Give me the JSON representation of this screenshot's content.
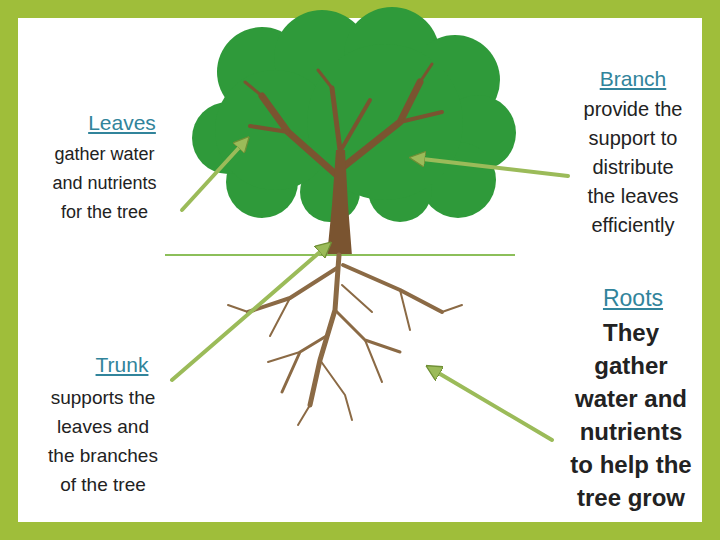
{
  "diagram": {
    "labels": [
      "Leaves",
      "gather water and nutrients for the tree",
      "Branch",
      "provide the support to distribute the leaves efficiently",
      "Trunk",
      "supports the leaves and the branches of the tree",
      "Roots",
      "They gather water and nutrients to help the tree grow"
    ]
  }
}
